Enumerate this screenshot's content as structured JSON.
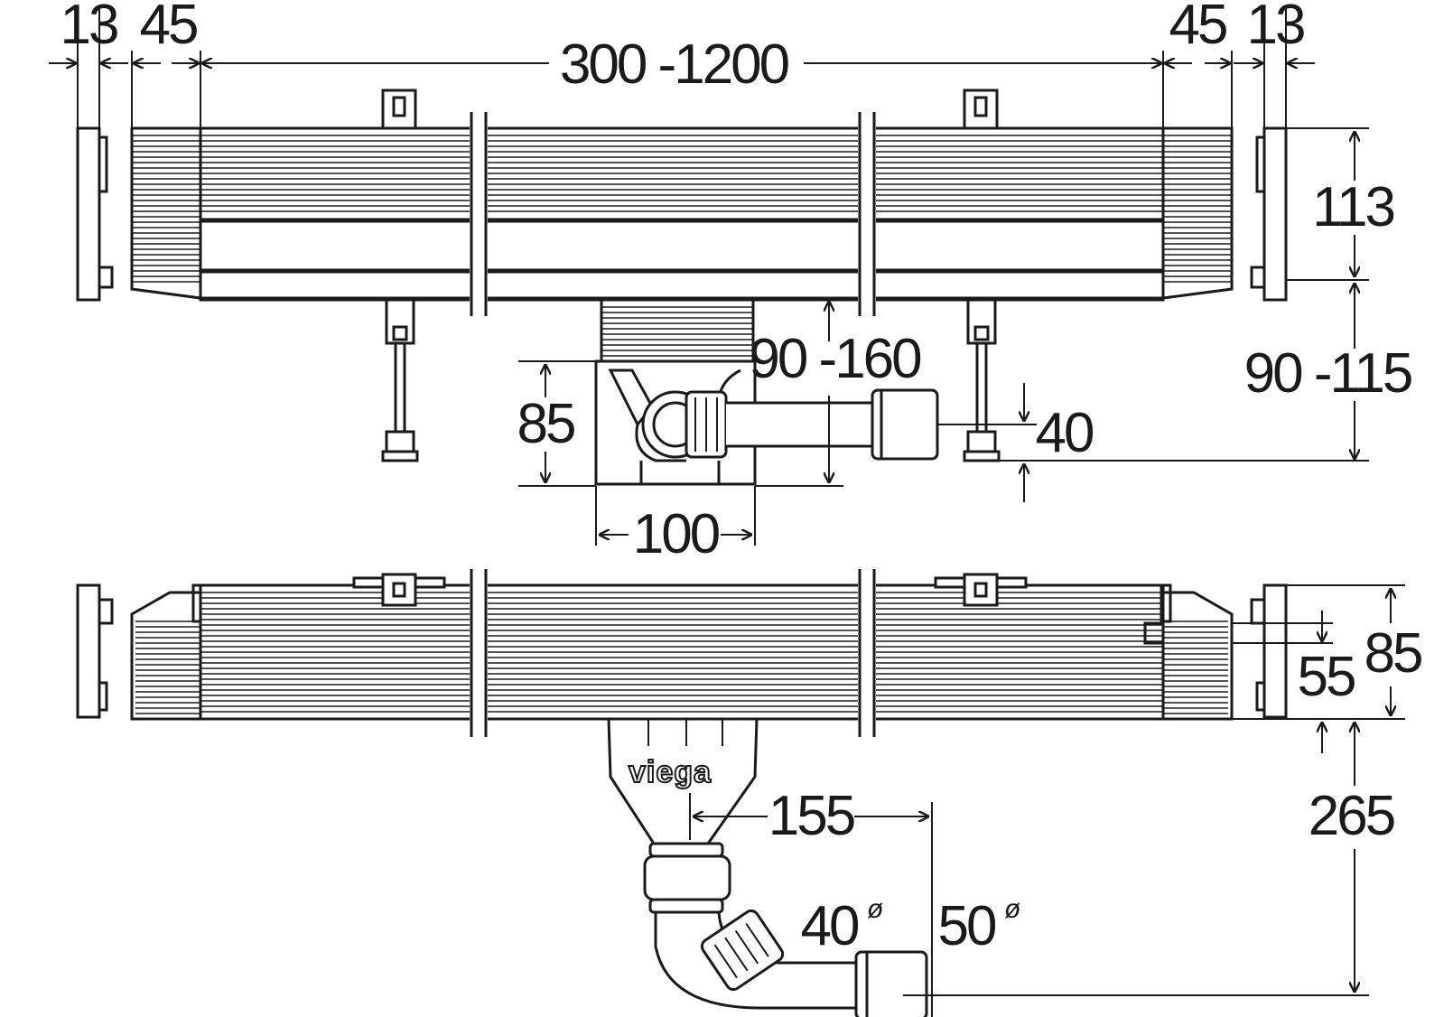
{
  "brand": "viega",
  "dimensions": {
    "end_cap_left": "13",
    "end_piece_left": "45",
    "length_range": "300 -1200",
    "end_piece_right": "45",
    "end_cap_right": "13",
    "channel_height": "113",
    "install_height_range": "90 -115",
    "drain_height_range": "90 -160",
    "trap_height": "85",
    "outlet_rise": "40",
    "trap_width": "100",
    "front_height": "85",
    "inner_height": "55",
    "total_depth": "265",
    "outlet_offset": "155",
    "pipe_small": "40",
    "pipe_large": "50",
    "diameter_mark": "ø"
  },
  "colors": {
    "line": "#1a1a1a",
    "background": "#ffffff"
  }
}
